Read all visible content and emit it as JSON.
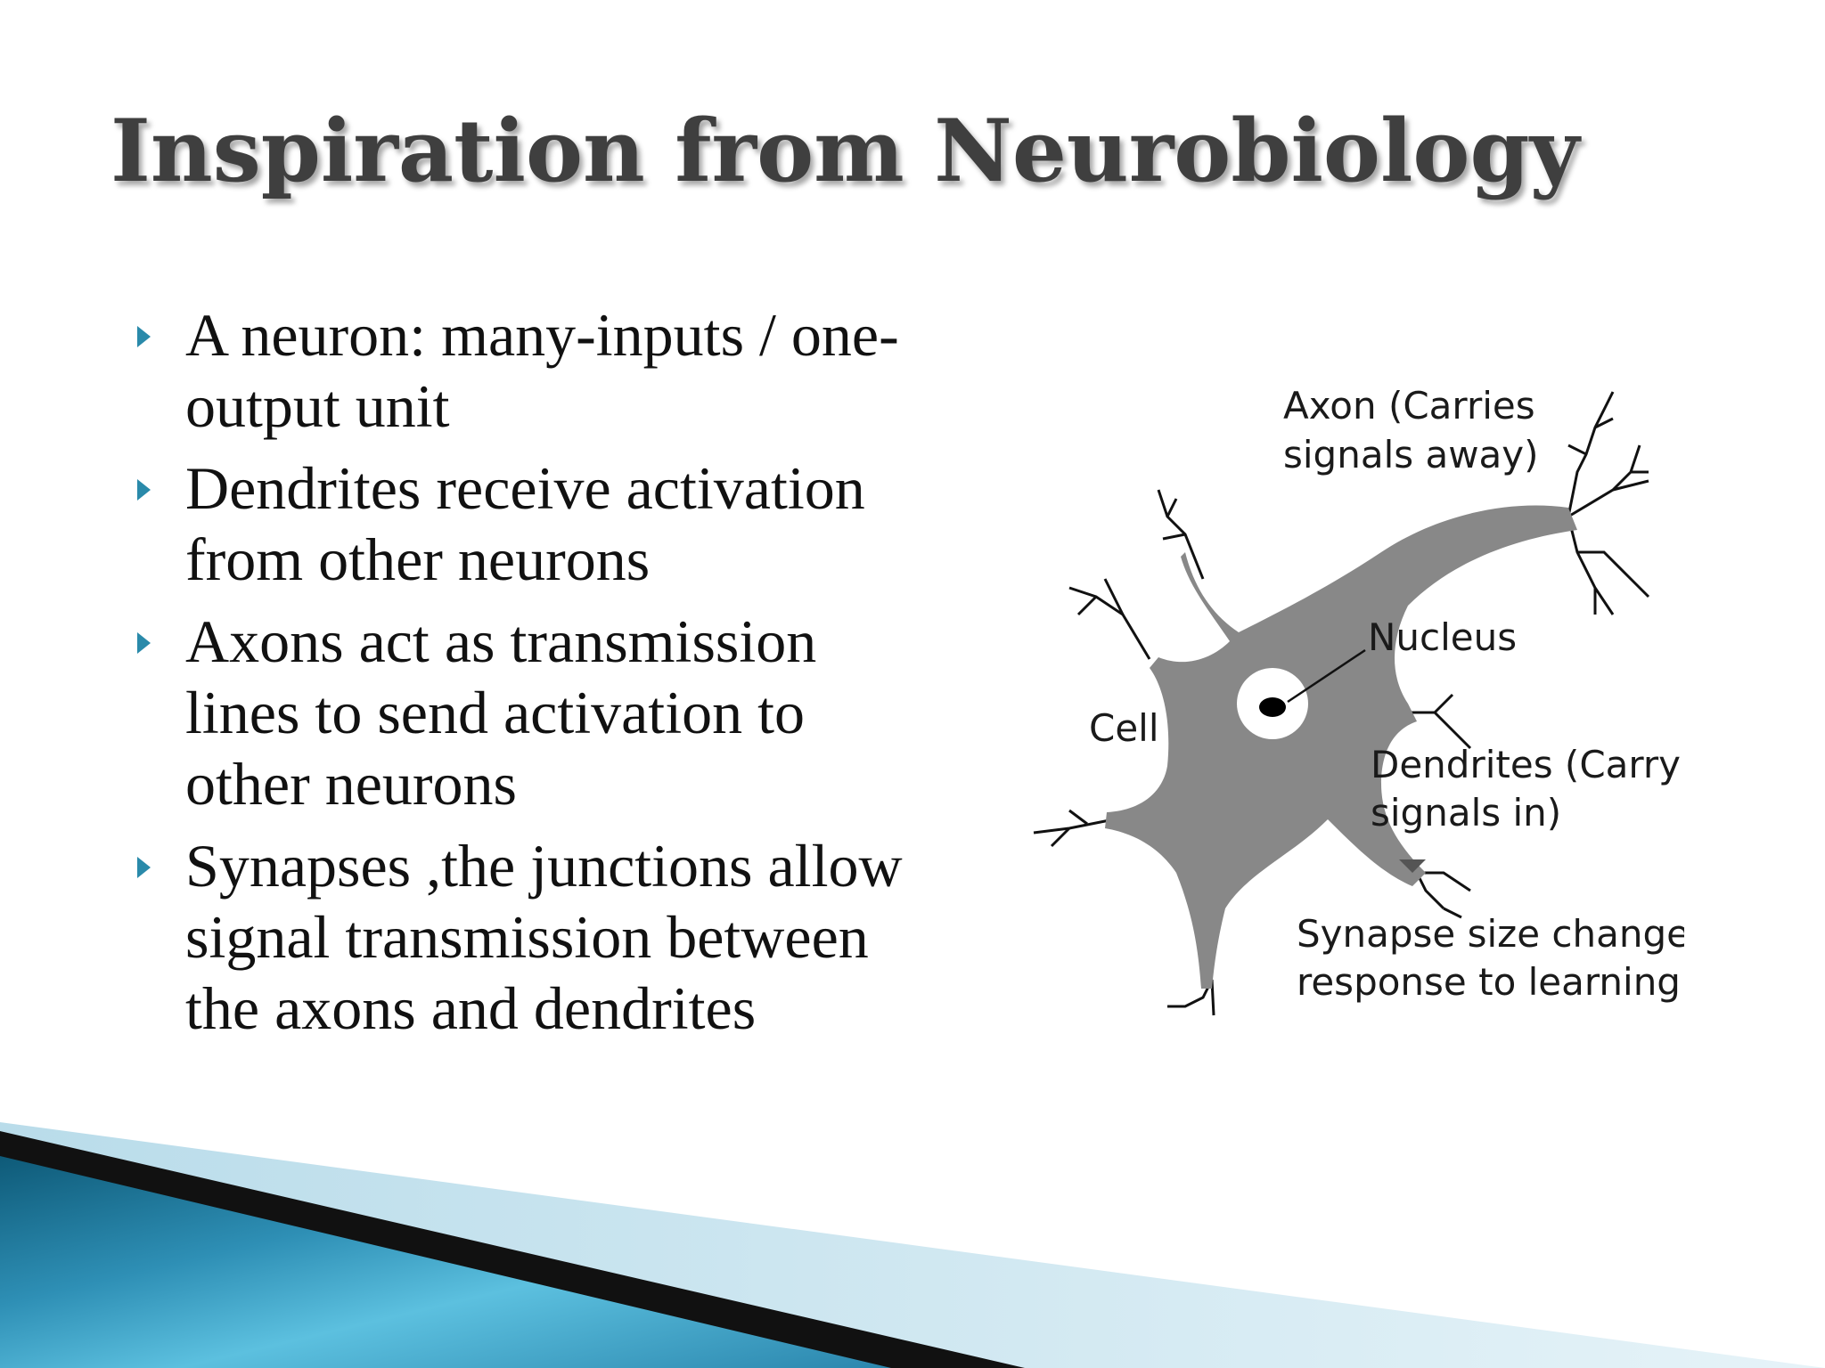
{
  "slide": {
    "title": "Inspiration from Neurobiology",
    "bullets": [
      {
        "line1": "A neuron: many-inputs / one-",
        "line2": "output unit"
      },
      {
        "line1": "Dendrites receive activation",
        "line2": "from other neurons"
      },
      {
        "line1": "Axons act as transmission",
        "line2": "lines to send activation to",
        "line3": "other neurons"
      },
      {
        "line1": "Synapses ,the junctions allow",
        "line2": "signal transmission between",
        "line3": "the axons and dendrites"
      }
    ],
    "bullet_icon": "triangle-right-icon",
    "accent_color": "#2a8aaa"
  },
  "figure": {
    "labels": {
      "axon_line1": "Axon (Carries",
      "axon_line2": "signals away)",
      "nucleus": "Nucleus",
      "cell": "Cell",
      "dendrites_line1": "Dendrites (Carry",
      "dendrites_line2": "signals in)",
      "synapse_line1": "Synapse size changes in",
      "synapse_line2": "response to learning"
    },
    "body_color": "#888888"
  }
}
